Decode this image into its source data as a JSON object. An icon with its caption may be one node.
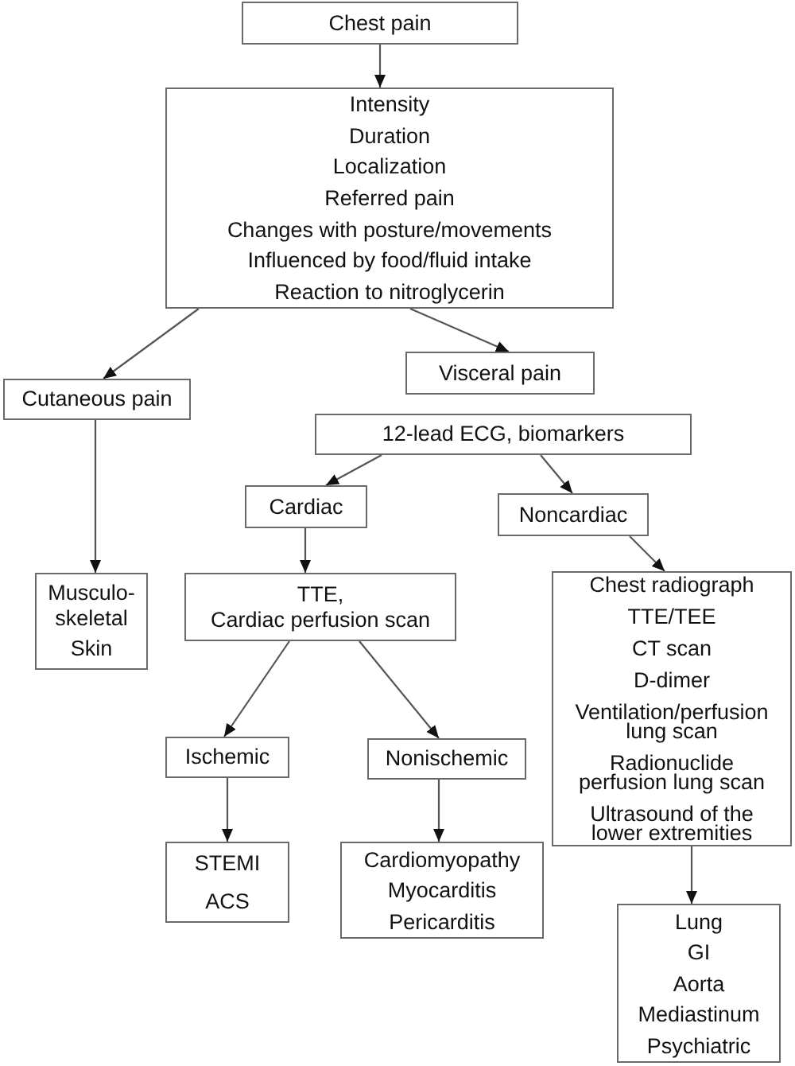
{
  "diagram": {
    "nodes": [
      {
        "text": [
          "Chest pain"
        ]
      },
      {
        "text": [
          "Intensity",
          "Duration",
          "Localization",
          "Referred pain",
          "Changes with posture/movements",
          "Influenced by food/fluid intake",
          "Reaction to nitroglycerin"
        ]
      },
      {
        "text": [
          "Cutaneous pain"
        ]
      },
      {
        "text": [
          "Visceral pain"
        ]
      },
      {
        "text": [
          "12-lead ECG, biomarkers"
        ]
      },
      {
        "text": [
          "Cardiac"
        ]
      },
      {
        "text": [
          "Noncardiac"
        ]
      },
      {
        "text": [
          "Musculo-skeletal",
          "Skin"
        ]
      },
      {
        "text": [
          "TTE,",
          "Cardiac perfusion scan"
        ]
      },
      {
        "text": [
          "Chest radiograph",
          "TTE/TEE",
          "CT scan",
          "D-dimer",
          "Ventilation/perfusion lung scan",
          "Radionuclide perfusion lung scan",
          "Ultrasound of the lower extremities"
        ]
      },
      {
        "text": [
          "Ischemic"
        ]
      },
      {
        "text": [
          "Nonischemic"
        ]
      },
      {
        "text": [
          "STEMI",
          "ACS"
        ]
      },
      {
        "text": [
          "Cardiomyopathy",
          "Myocarditis",
          "Pericarditis"
        ]
      },
      {
        "text": [
          "Lung",
          "GI",
          "Aorta",
          "Mediastinum",
          "Psychiatric"
        ]
      }
    ],
    "edges": [
      {
        "from": 0,
        "to": 1,
        "arrow": "to"
      },
      {
        "from": 1,
        "to": 2,
        "arrow": "to"
      },
      {
        "from": 1,
        "to": 3,
        "arrow": "to"
      },
      {
        "from": 2,
        "to": 7,
        "arrow": "to"
      },
      {
        "from": 4,
        "to": 5,
        "arrow": "to"
      },
      {
        "from": 4,
        "to": 6,
        "arrow": "to"
      },
      {
        "from": 5,
        "to": 8,
        "arrow": "to"
      },
      {
        "from": 6,
        "to": 9,
        "arrow": "to"
      },
      {
        "from": 8,
        "to": 10,
        "arrow": "to"
      },
      {
        "from": 8,
        "to": 11,
        "arrow": "to"
      },
      {
        "from": 10,
        "to": 12,
        "arrow": "to"
      },
      {
        "from": 11,
        "to": 13,
        "arrow": "to"
      },
      {
        "from": 9,
        "to": 14,
        "arrow": "to"
      }
    ]
  }
}
